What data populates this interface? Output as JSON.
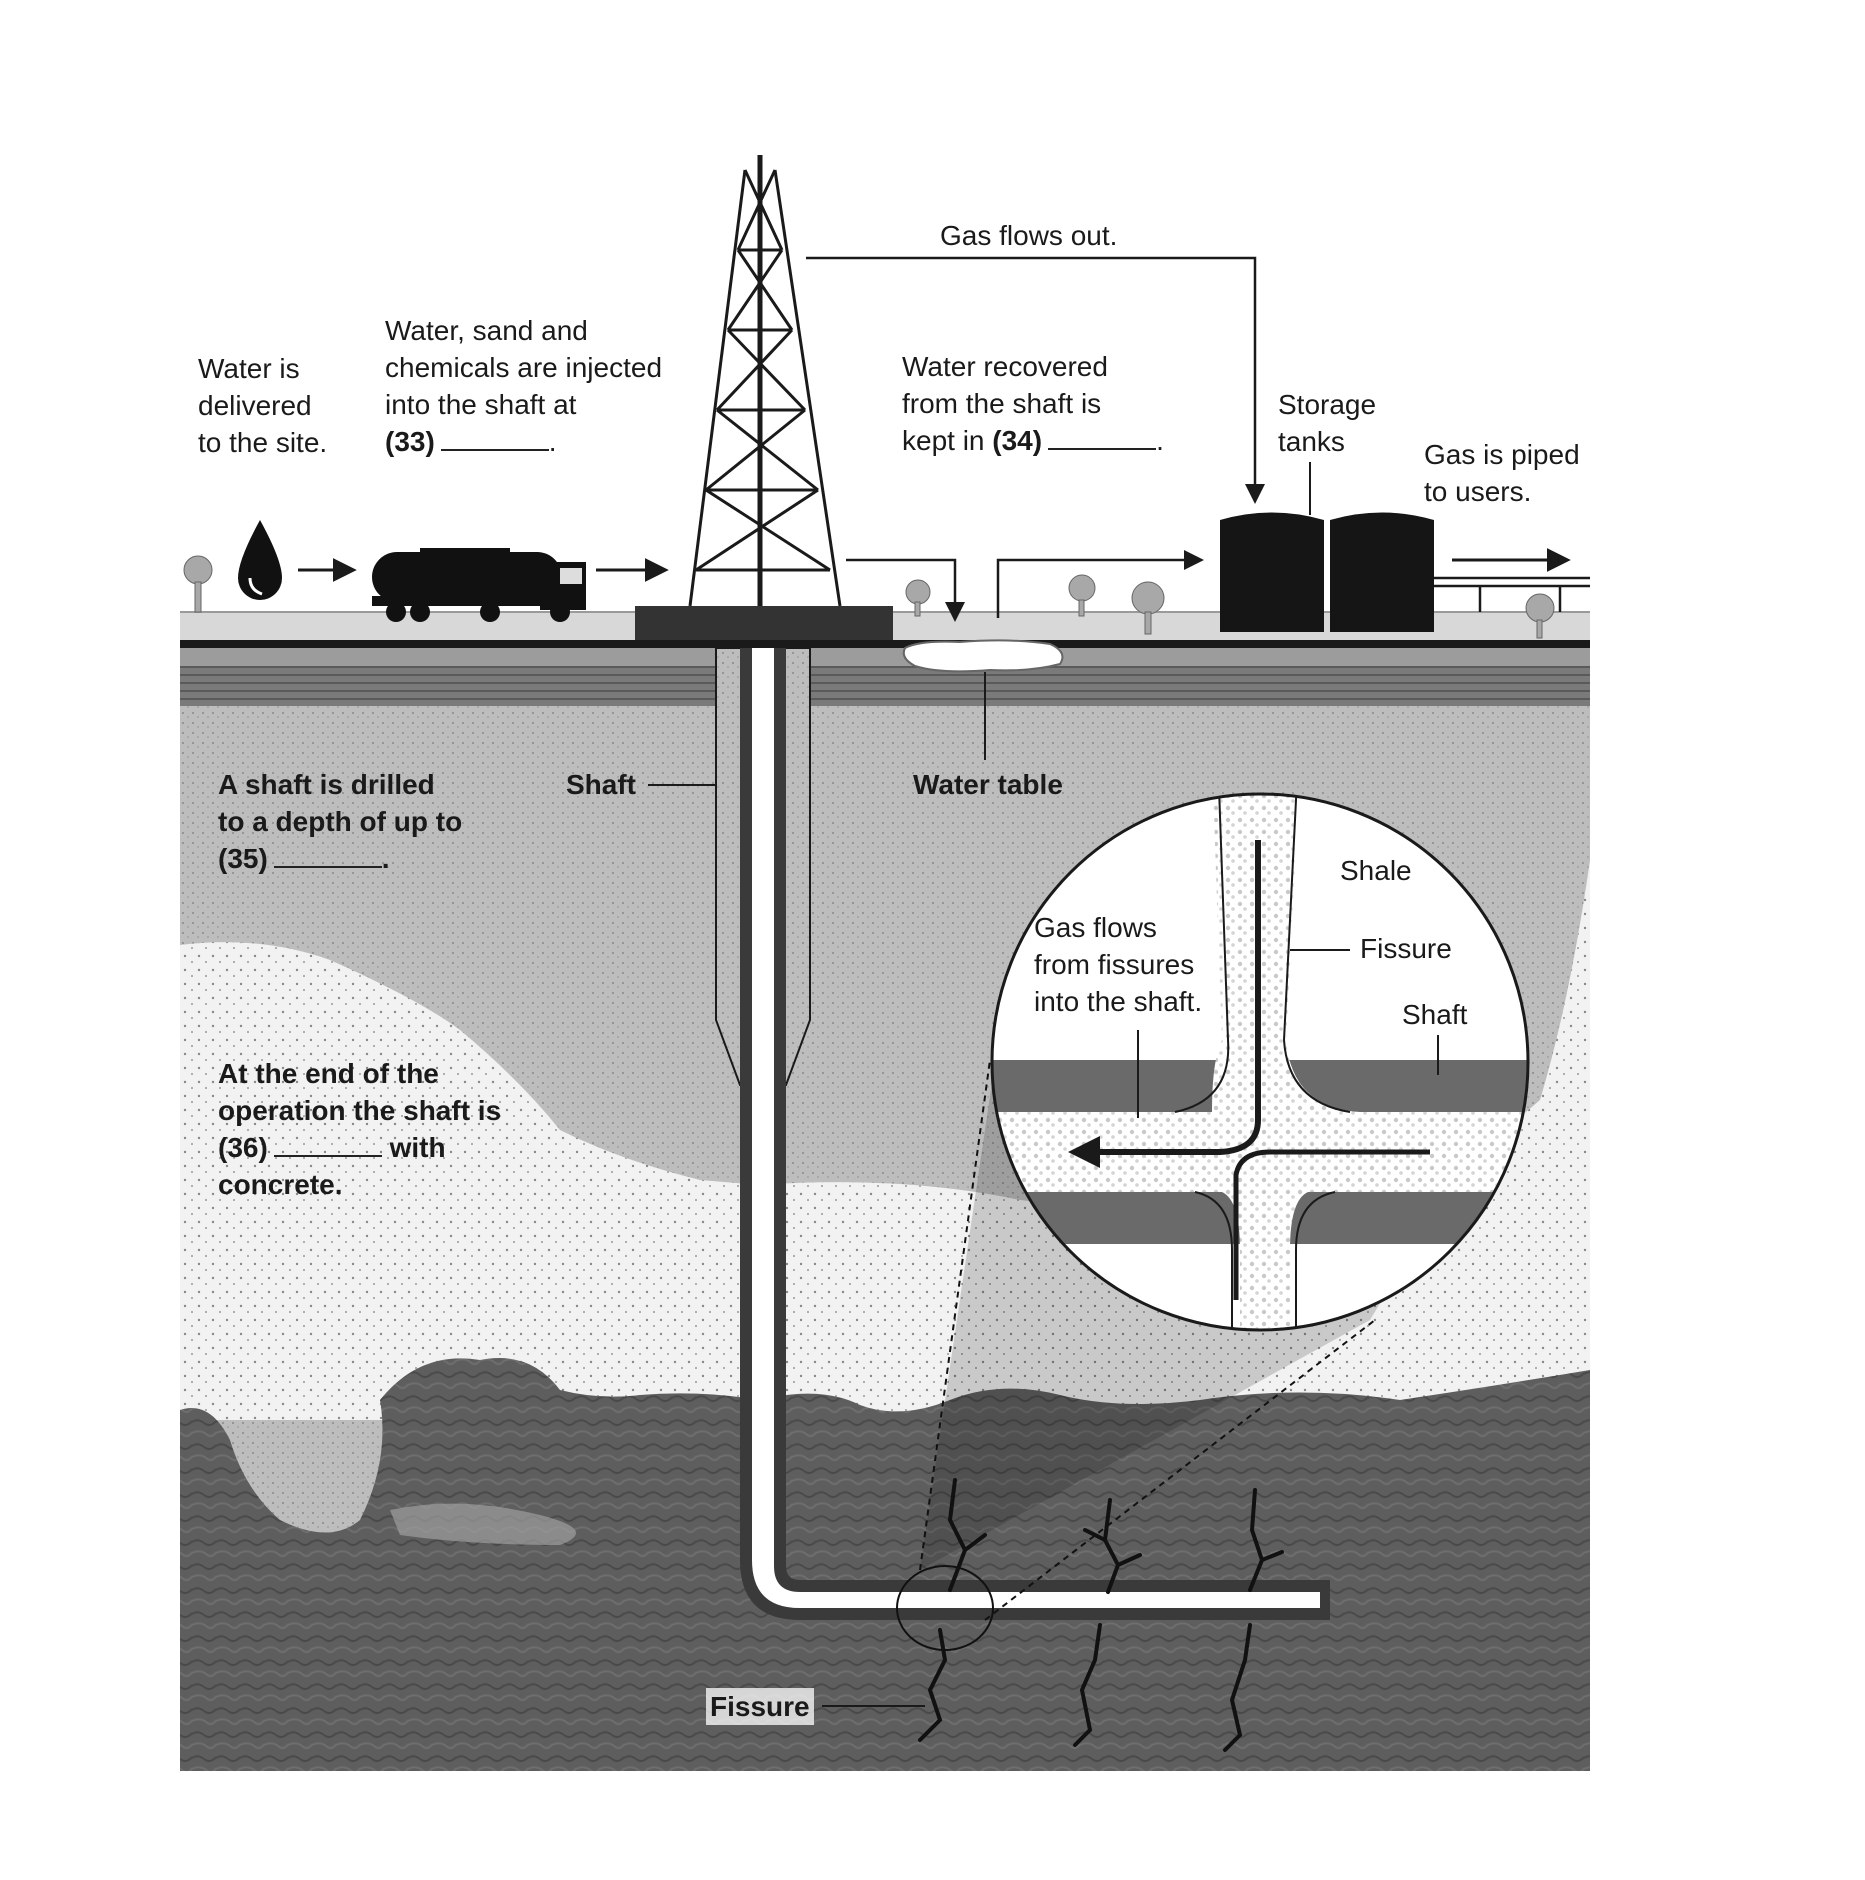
{
  "labels": {
    "water_delivered": [
      "Water is",
      "delivered",
      "to the site."
    ],
    "injected": [
      "Water, sand and",
      "chemicals are injected",
      "into the shaft at"
    ],
    "injected_q": "(33)",
    "gas_flows_out": "Gas flows out.",
    "water_recovered": [
      "Water recovered",
      "from the shaft is",
      "kept in"
    ],
    "water_recovered_q": "(34)",
    "storage_tanks": [
      "Storage",
      "tanks"
    ],
    "gas_piped": [
      "Gas is piped",
      "to users."
    ],
    "shaft_drilled": [
      "A shaft is drilled",
      "to a depth of up to"
    ],
    "shaft_drilled_q": "(35)",
    "shaft": "Shaft",
    "water_table": "Water table",
    "end_operation": [
      "At the end of the",
      "operation the shaft is"
    ],
    "end_operation_q": "(36)",
    "end_operation_tail": "with",
    "end_operation_last": "concrete.",
    "fissure_bottom": "Fissure",
    "inset_shale": "Shale",
    "inset_fissure": "Fissure",
    "inset_shaft": "Shaft",
    "inset_gas_flows": [
      "Gas flows",
      "from fissures",
      "into the shaft."
    ]
  },
  "colors": {
    "ink": "#1a1a1a",
    "ground_light": "#bfbfbf",
    "ground_dark": "#6e6e6e",
    "rock": "#555555",
    "aquifer": "#9a9a9a"
  }
}
